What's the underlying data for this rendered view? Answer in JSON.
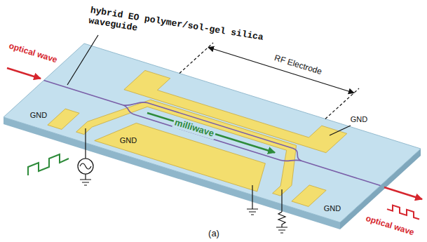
{
  "diagram": {
    "caption": "(a)",
    "labels": [
      "hybrid EO polymer/sol-gel silica waveguide",
      "optical wave",
      "RF Electrode",
      "milliwave",
      "GND",
      "GND",
      "GND",
      "GND",
      "optical wave"
    ]
  }
}
